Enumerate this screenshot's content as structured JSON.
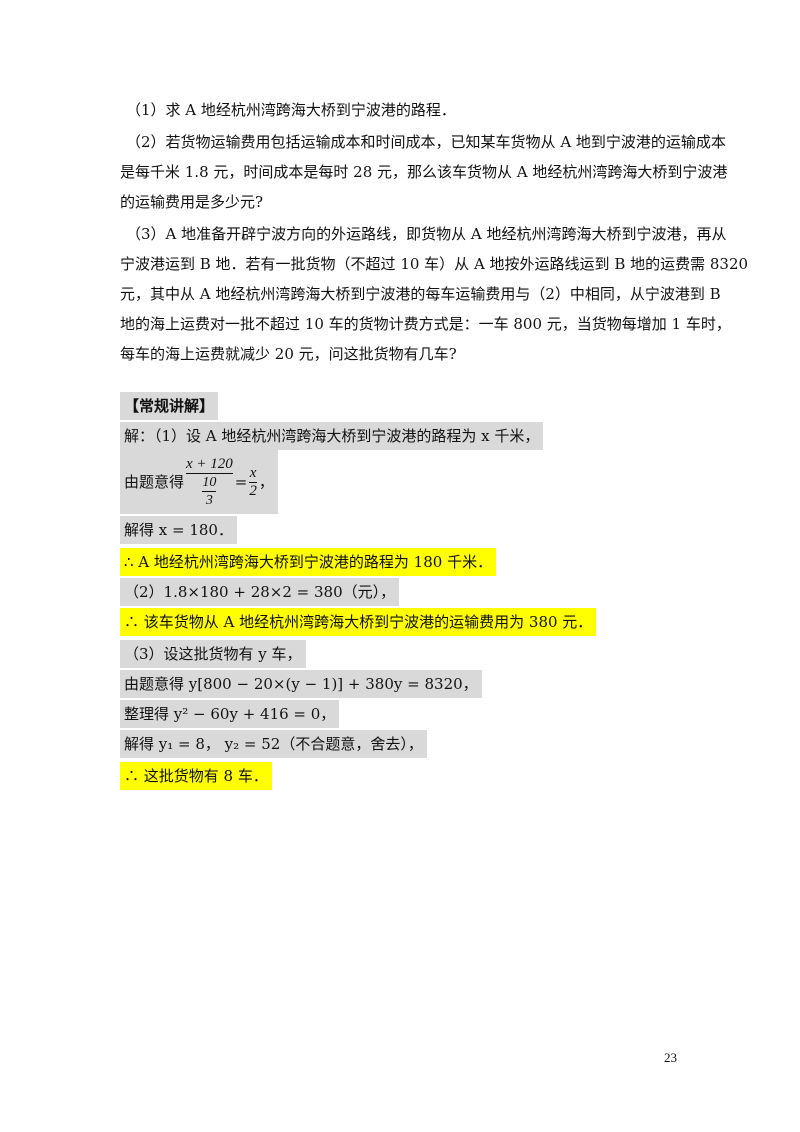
{
  "problem": {
    "q1": "（1）求 A 地经杭州湾跨海大桥到宁波港的路程．",
    "q2_l1": "（2）若货物运输费用包括运输成本和时间成本，已知某车货物从 A 地到宁波港的运输成本",
    "q2_l2": "是每千米 1.8 元，时间成本是每时 28 元，那么该车货物从 A 地经杭州湾跨海大桥到宁波港",
    "q2_l3": "的运输费用是多少元?",
    "q3_l1": "（3）A 地准备开辟宁波方向的外运路线，即货物从 A 地经杭州湾跨海大桥到宁波港，再从",
    "q3_l2": "宁波港运到 B 地．若有一批货物（不超过 10 车）从 A 地按外运路线运到 B 地的运费需 8320",
    "q3_l3": "元，其中从 A 地经杭州湾跨海大桥到宁波港的每车运输费用与（2）中相同，从宁波港到 B",
    "q3_l4": "地的海上运费对一批不超过 10 车的货物计费方式是：一车 800 元，当货物每增加 1 车时，",
    "q3_l5": "每车的海上运费就减少 20 元，问这批货物有几车?"
  },
  "solution": {
    "heading": "【常规讲解】",
    "s1": "解：（1）设 A 地经杭州湾跨海大桥到宁波港的路程为 x 千米，",
    "s2_prefix": "由题意得",
    "s2_num": "x + 120",
    "s2_inner_num": "10",
    "s2_inner_den": "3",
    "s2_eq": "=",
    "s2_rnum": "x",
    "s2_rden": "2",
    "s2_suffix": "，",
    "s3": "解得 x = 180．",
    "s4": "∴ A 地经杭州湾跨海大桥到宁波港的路程为 180 千米．",
    "s5": "（2）1.8×180 + 28×2 = 380（元），",
    "s6": "∴ 该车货物从 A 地经杭州湾跨海大桥到宁波港的运输费用为 380 元．",
    "s7": "（3）设这批货物有 y 车，",
    "s8": "由题意得 y[800 − 20×(y − 1)] + 380y = 8320，",
    "s9": "整理得 y² − 60y + 416 = 0，",
    "s10": "解得 y₁ = 8， y₂ = 52（不合题意，舍去），",
    "s11": "∴ 这批货物有 8 车．"
  },
  "page_number": "23"
}
